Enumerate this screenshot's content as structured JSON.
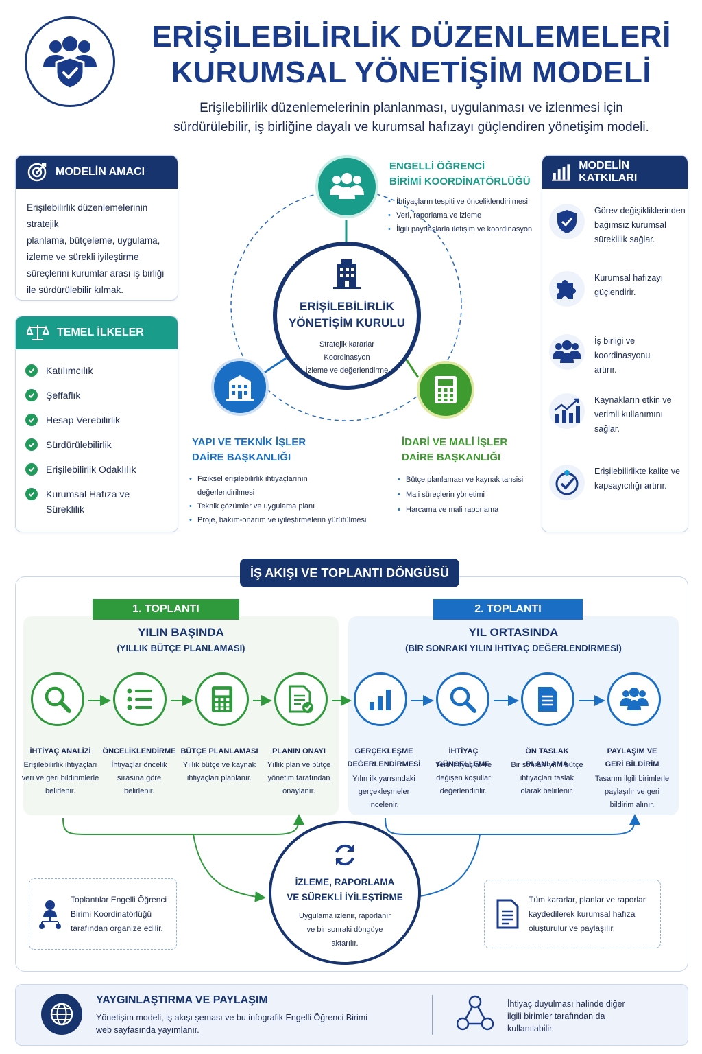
{
  "header": {
    "title_line1": "ERİŞİLEBİLİRLİK DÜZENLEMELERİ",
    "title_line2": "KURUMSAL YÖNETİŞİM MODELİ",
    "subtitle_line1": "Erişilebilirlik düzenlemelerinin planlanması, uygulanması ve izlenmesi için",
    "subtitle_line2": "sürdürülebilir, iş birliğine dayalı ve kurumsal hafızayı güçlendiren yönetişim modeli.",
    "logo_icon": "people-shield-icon"
  },
  "purpose": {
    "title": "MODELİN AMACI",
    "icon": "target-icon",
    "lines": [
      "Erişilebilirlik düzenlemelerinin stratejik",
      "planlama, bütçeleme, uygulama,",
      "izleme ve sürekli iyileştirme",
      "süreçlerini kurumlar arası iş birliği",
      "ile sürdürülebilir kılmak."
    ]
  },
  "principles": {
    "title": "TEMEL İLKELER",
    "icon": "scales-icon",
    "items": [
      "Katılımcılık",
      "Şeffaflık",
      "Hesap Verebilirlik",
      "Sürdürülebilirlik",
      "Erişilebilirlik Odaklılık",
      "Kurumsal Hafıza ve",
      "Süreklilik"
    ]
  },
  "council": {
    "title_line1": "ERİŞİLEBİLİRLİK",
    "title_line2": "YÖNETİŞİM KURULU",
    "duties": [
      "Stratejik kararlar",
      "Koordinasyon",
      "İzleme ve değerlendirme"
    ],
    "icon": "building-icon"
  },
  "unit_student": {
    "title_line1": "ENGELLİ ÖĞRENCİ",
    "title_line2": "BİRİMİ KOORDİNATÖRLÜĞÜ",
    "items": [
      "İhtiyaçların tespiti ve önceliklendirilmesi",
      "Veri, raporlama ve izleme",
      "İlgili paydaşlarla iletişim ve koordinasyon"
    ],
    "color": "#1a9c8a"
  },
  "unit_tech": {
    "title_line1": "YAPI VE TEKNİK İŞLER",
    "title_line2": "DAİRE BAŞKANLIĞI",
    "items": [
      "Fiziksel erişilebilirlik ihtiyaçlarının",
      "değerlendirilmesi",
      "Teknik çözümler ve uygulama planı",
      "Proje, bakım-onarım ve iyileştirmelerin yürütülmesi"
    ],
    "color": "#1a6fc4"
  },
  "unit_admin": {
    "title_line1": "İDARİ VE MALİ İŞLER",
    "title_line2": "DAİRE BAŞKANLIĞI",
    "items": [
      "Bütçe planlaması ve kaynak tahsisi",
      "Mali süreçlerin yönetimi",
      "Harcama ve mali raporlama"
    ],
    "color": "#3e9b2f"
  },
  "contributions": {
    "title": "MODELİN KATKILARI",
    "icon": "bar-chart-icon",
    "items": [
      {
        "lines": [
          "Görev değişikliklerinden",
          "bağımsız kurumsal",
          "süreklilik sağlar."
        ],
        "icon": "shield-check-icon"
      },
      {
        "lines": [
          "Kurumsal hafızayı",
          "güçlendirir."
        ],
        "icon": "puzzle-icon"
      },
      {
        "lines": [
          "İş birliği ve koordinasyonu",
          "artırır."
        ],
        "icon": "group-icon"
      },
      {
        "lines": [
          "Kaynakların etkin ve",
          "verimli kullanımını",
          "sağlar."
        ],
        "icon": "growth-chart-icon"
      },
      {
        "lines": [
          "Erişilebilirlikte kalite ve",
          "kapsayıcılığı artırır."
        ],
        "icon": "quality-check-icon"
      }
    ]
  },
  "workflow": {
    "title": "İŞ AKIŞI VE TOPLANTI DÖNGÜSÜ",
    "meeting1": {
      "badge": "1. TOPLANTI",
      "title": "YILIN BAŞINDA",
      "subtitle": "(YILLIK BÜTÇE PLANLAMASI)",
      "color": "#2f9a3c",
      "steps": [
        {
          "title": [
            "İHTİYAÇ ANALİZİ"
          ],
          "desc": [
            "Erişilebilirlik ihtiyaçları",
            "veri ve geri bildirimlerle",
            "belirlenir."
          ],
          "icon": "search-icon"
        },
        {
          "title": [
            "ÖNCELİKLENDİRME"
          ],
          "desc": [
            "İhtiyaçlar öncelik",
            "sırasına göre",
            "belirlenir."
          ],
          "icon": "list-icon"
        },
        {
          "title": [
            "BÜTÇE PLANLAMASI"
          ],
          "desc": [
            "Yıllık bütçe ve kaynak",
            "ihtiyaçları planlanır."
          ],
          "icon": "calculator-icon"
        },
        {
          "title": [
            "PLANIN ONAYI"
          ],
          "desc": [
            "Yıllık plan ve bütçe",
            "yönetim tarafından",
            "onaylanır."
          ],
          "icon": "document-check-icon"
        }
      ]
    },
    "meeting2": {
      "badge": "2. TOPLANTI",
      "title": "YIL ORTASINDA",
      "subtitle": "(BİR SONRAKİ YILIN İHTİYAÇ DEĞERLENDİRMESİ)",
      "color": "#1a6fc4",
      "steps": [
        {
          "title": [
            "GERÇEKLEŞME",
            "DEĞERLENDİRMESİ"
          ],
          "desc": [
            "Yılın ilk yarısındaki",
            "gerçekleşmeler",
            "incelenir."
          ],
          "icon": "bar-chart-icon"
        },
        {
          "title": [
            "İHTİYAÇ GÜNCELLEME"
          ],
          "desc": [
            "Yeni ihtiyaçlar ve",
            "değişen koşullar",
            "değerlendirilir."
          ],
          "icon": "search-icon"
        },
        {
          "title": [
            "ÖN TASLAK PLANLAMA"
          ],
          "desc": [
            "Bir sonraki yılın bütçe",
            "ihtiyaçları taslak",
            "olarak belirlenir."
          ],
          "icon": "document-icon"
        },
        {
          "title": [
            "PAYLAŞIM VE",
            "GERİ BİLDİRİM"
          ],
          "desc": [
            "Tasarım ilgili birimlerle",
            "paylaşılır ve geri",
            "bildirim alınır."
          ],
          "icon": "group-icon"
        }
      ]
    },
    "monitoring": {
      "title_line1": "İZLEME, RAPORLAMA",
      "title_line2": "VE SÜREKLİ İYİLEŞTİRME",
      "desc": [
        "Uygulama izlenir, raporlanır",
        "ve bir sonraki döngüye",
        "aktarılır."
      ],
      "icon": "refresh-icon"
    },
    "note_left": {
      "lines": [
        "Toplantılar Engelli Öğrenci",
        "Birimi Koordinatörlüğü",
        "tarafından organize edilir."
      ],
      "icon": "organizer-icon"
    },
    "note_right": {
      "lines": [
        "Tüm kararlar, planlar ve raporlar",
        "kaydedilerek kurumsal hafıza",
        "oluşturulur ve paylaşılır."
      ],
      "icon": "document-icon"
    }
  },
  "dissemination": {
    "title": "YAYGINLAŞTIRMA VE PAYLAŞIM",
    "lines": [
      "Yönetişim modeli, iş akışı şeması ve bu infografik Engelli Öğrenci Birimi",
      "web sayfasında yayımlanır."
    ],
    "right_lines": [
      "İhtiyaç duyulması halinde diğer",
      "ilgili birimler tarafından da",
      "kullanılabilir."
    ],
    "icon": "globe-icon",
    "right_icon": "network-icon"
  }
}
